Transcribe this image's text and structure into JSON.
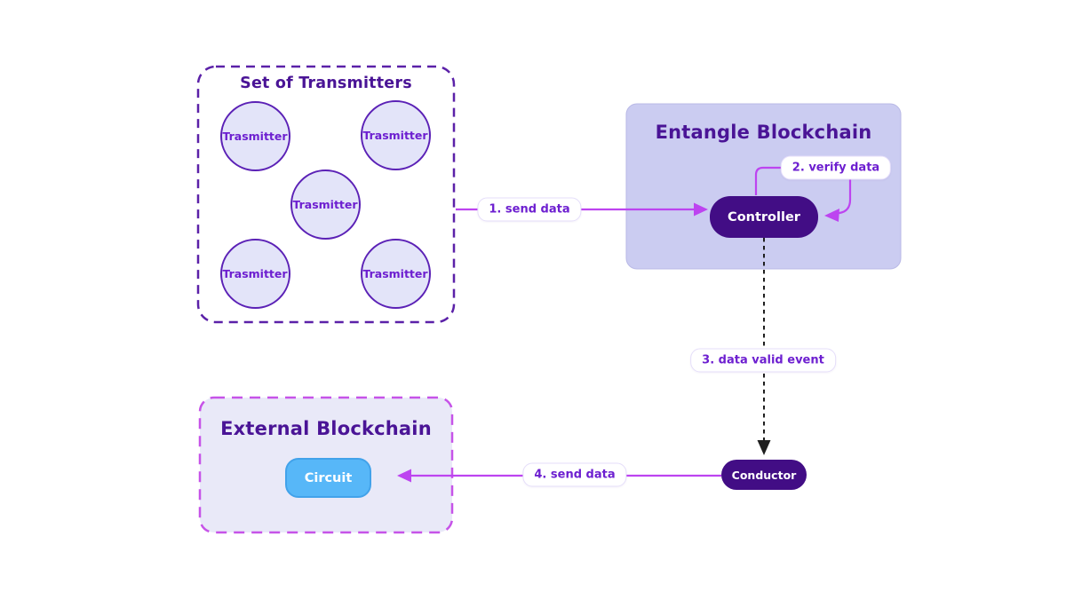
{
  "colors": {
    "arrow": "#bd44f0",
    "dashed_arrow": "#1f1f1f",
    "node_dark": "#420d85",
    "title": "#4a1496",
    "label_text": "#6d1fd0",
    "circle_fill": "#e3e4f9",
    "circle_border": "#5b21b6",
    "entangle_fill": "#cbccf1",
    "external_fill": "#e9e9f8",
    "external_border": "#c653e8",
    "transmitters_border": "#5b21a8",
    "circuit_fill": "#57b7f8"
  },
  "transmitters_group": {
    "title": "Set of Transmitters",
    "nodes": [
      {
        "label": "Trasmitter"
      },
      {
        "label": "Trasmitter"
      },
      {
        "label": "Trasmitter"
      },
      {
        "label": "Trasmitter"
      },
      {
        "label": "Trasmitter"
      }
    ]
  },
  "entangle": {
    "title": "Entangle Blockchain",
    "controller_label": "Controller"
  },
  "external": {
    "title": "External Blockchain",
    "circuit_label": "Circuit"
  },
  "conductor_label": "Conductor",
  "flow_labels": {
    "step1": "1. send data",
    "step2": "2. verify data",
    "step3": "3. data valid event",
    "step4": "4. send data"
  }
}
